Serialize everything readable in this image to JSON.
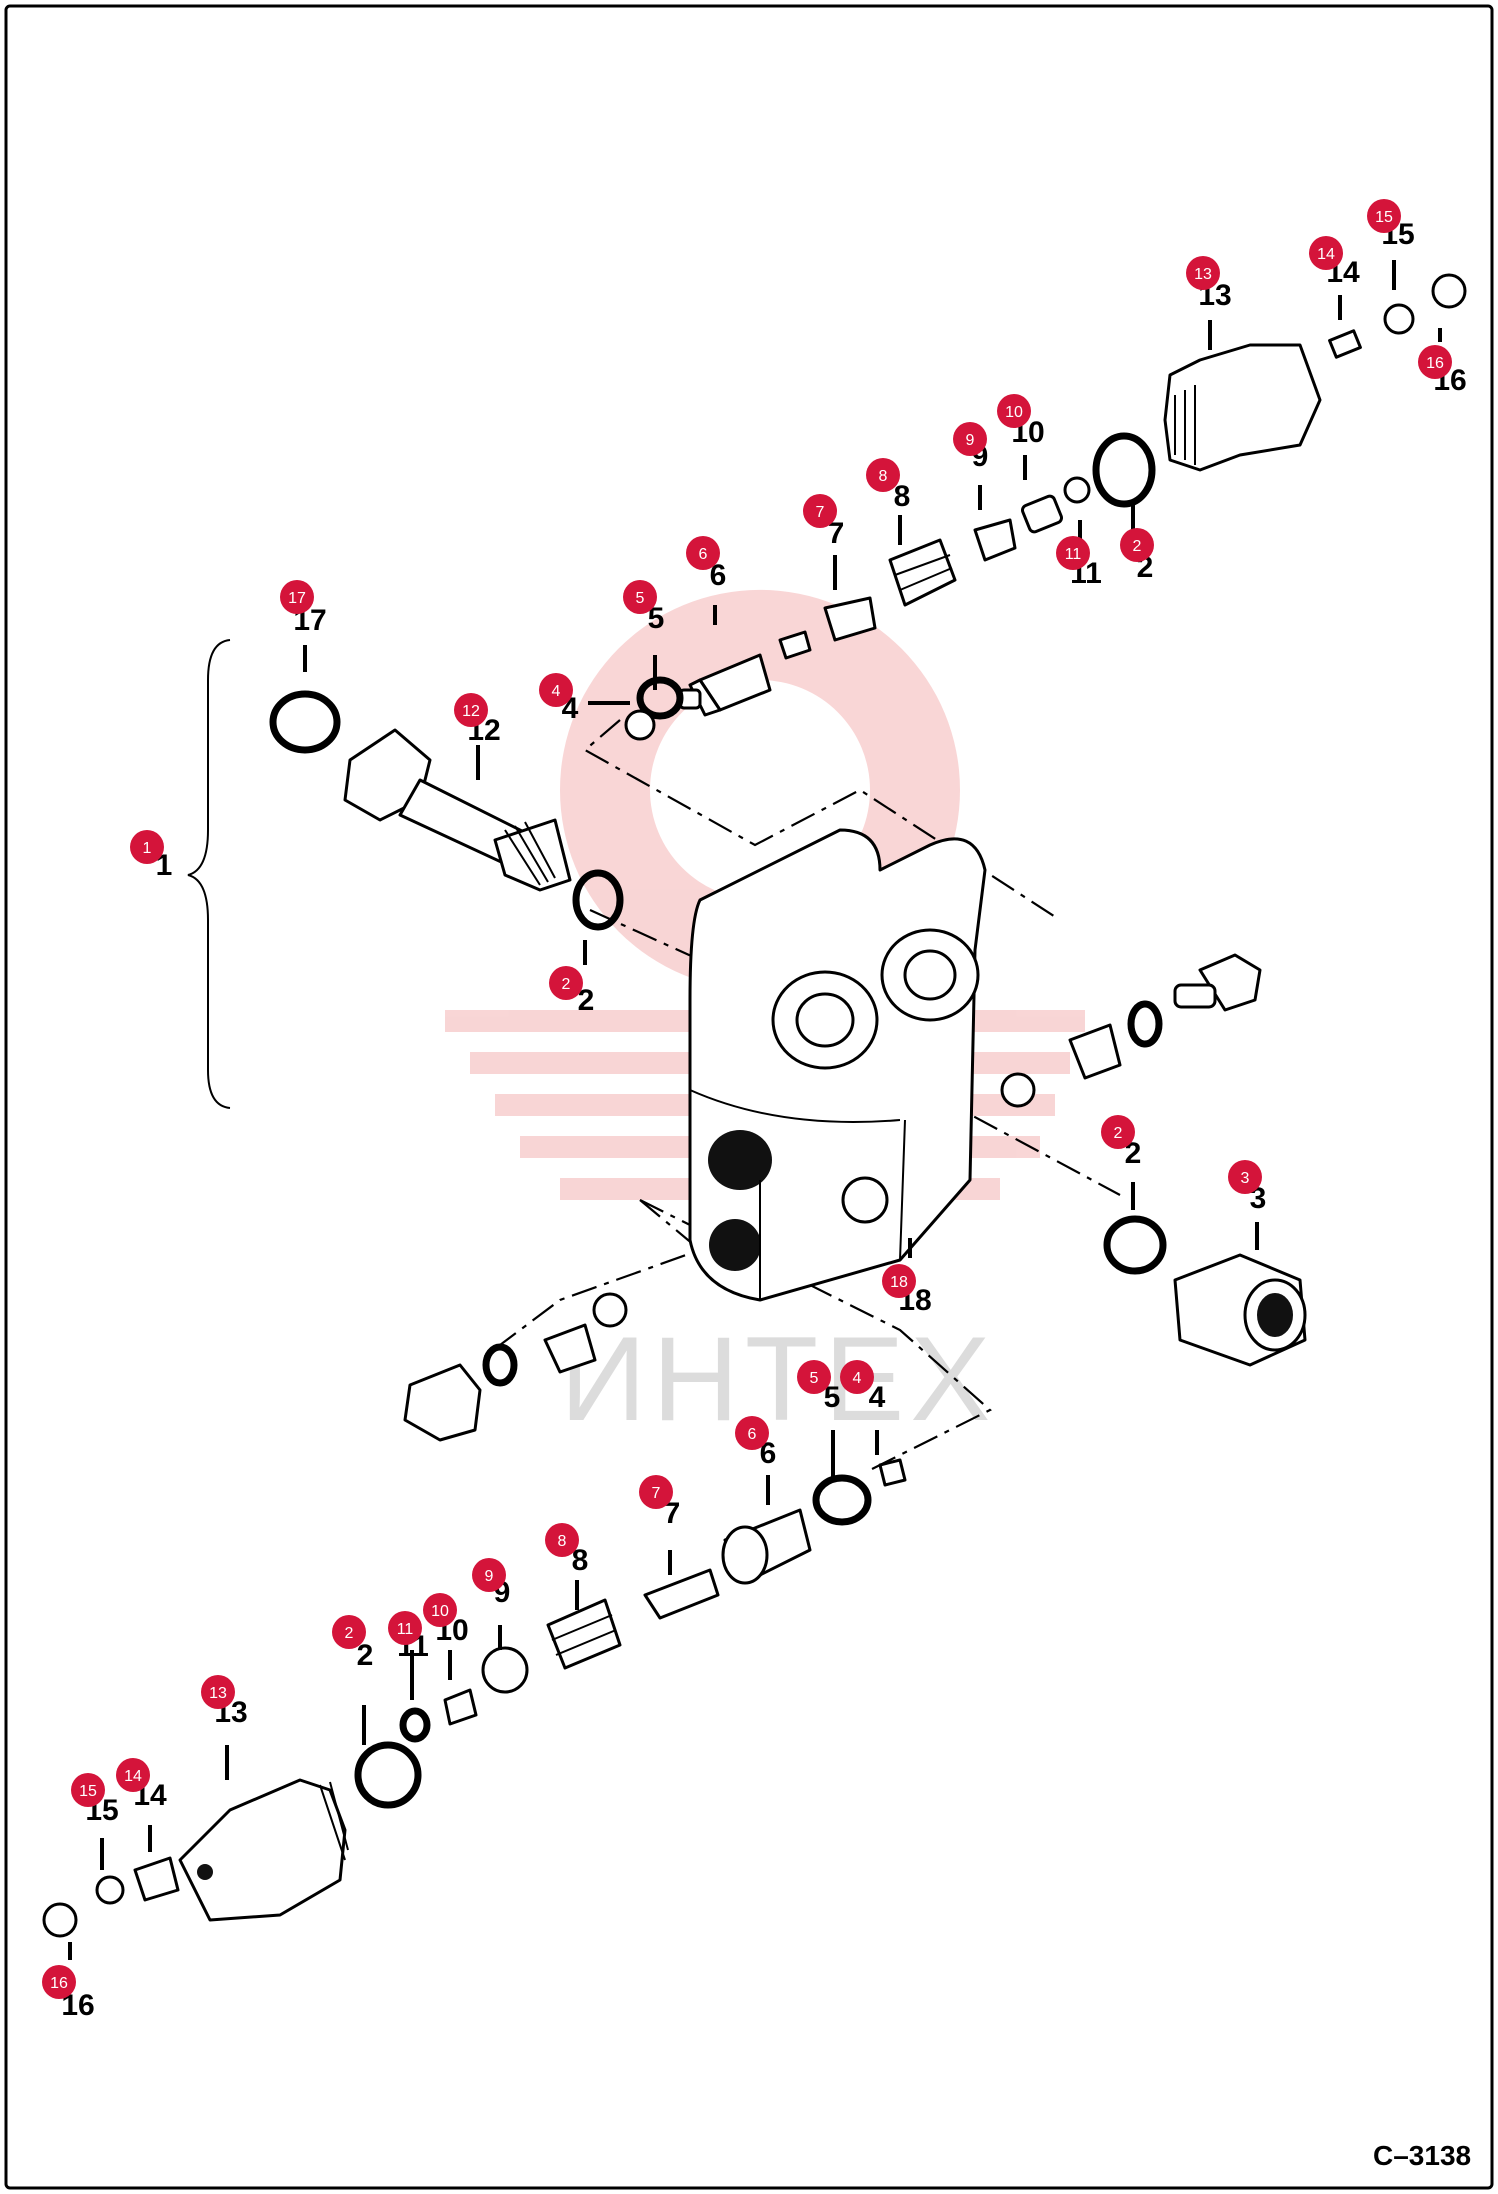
{
  "watermark": {
    "text": "ИНТЕХ",
    "color": "#f4b4b4"
  },
  "reference": "C–3138",
  "badge_color": "#d4143a",
  "callouts": [
    {
      "id": "c1",
      "badge": "1",
      "label": "1"
    },
    {
      "id": "c2a",
      "badge": "2",
      "label": "2"
    },
    {
      "id": "c2b",
      "badge": "2",
      "label": "2"
    },
    {
      "id": "c2c",
      "badge": "2",
      "label": "2"
    },
    {
      "id": "c2d",
      "badge": "2",
      "label": "2"
    },
    {
      "id": "c3",
      "badge": "3",
      "label": "3"
    },
    {
      "id": "c4a",
      "badge": "4",
      "label": "4"
    },
    {
      "id": "c4b",
      "badge": "4",
      "label": "4"
    },
    {
      "id": "c5a",
      "badge": "5",
      "label": "5"
    },
    {
      "id": "c5b",
      "badge": "5",
      "label": "5"
    },
    {
      "id": "c6a",
      "badge": "6",
      "label": "6"
    },
    {
      "id": "c6b",
      "badge": "6",
      "label": "6"
    },
    {
      "id": "c7a",
      "badge": "7",
      "label": "7"
    },
    {
      "id": "c7b",
      "badge": "7",
      "label": "7"
    },
    {
      "id": "c8a",
      "badge": "8",
      "label": "8"
    },
    {
      "id": "c8b",
      "badge": "8",
      "label": "8"
    },
    {
      "id": "c9a",
      "badge": "9",
      "label": "9"
    },
    {
      "id": "c9b",
      "badge": "9",
      "label": "9"
    },
    {
      "id": "c10a",
      "badge": "10",
      "label": "10"
    },
    {
      "id": "c10b",
      "badge": "10",
      "label": "10"
    },
    {
      "id": "c11a",
      "badge": "11",
      "label": "11"
    },
    {
      "id": "c11b",
      "badge": "11",
      "label": "11"
    },
    {
      "id": "c12",
      "badge": "12",
      "label": "12"
    },
    {
      "id": "c13a",
      "badge": "13",
      "label": "13"
    },
    {
      "id": "c13b",
      "badge": "13",
      "label": "13"
    },
    {
      "id": "c14a",
      "badge": "14",
      "label": "14"
    },
    {
      "id": "c14b",
      "badge": "14",
      "label": "14"
    },
    {
      "id": "c15a",
      "badge": "15",
      "label": "15"
    },
    {
      "id": "c15b",
      "badge": "15",
      "label": "15"
    },
    {
      "id": "c16a",
      "badge": "16",
      "label": "16"
    },
    {
      "id": "c16b",
      "badge": "16",
      "label": "16"
    },
    {
      "id": "c17",
      "badge": "17",
      "label": "17"
    },
    {
      "id": "c18",
      "badge": "18",
      "label": "18"
    }
  ]
}
